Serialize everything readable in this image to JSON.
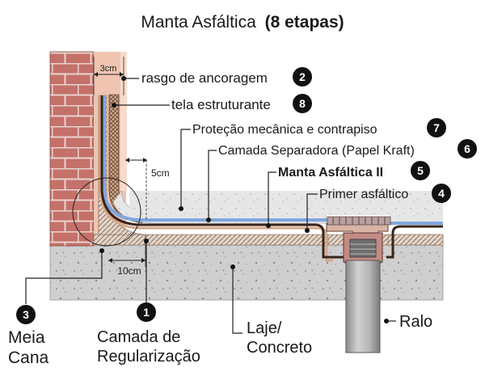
{
  "title": {
    "main": "Manta Asfáltica",
    "highlight": "(8 etapas)"
  },
  "dimensions": {
    "d3cm": "3cm",
    "d5cm": "5cm",
    "d10cm": "10cm"
  },
  "callouts": {
    "rasgo": {
      "text": "rasgo de ancoragem",
      "number": "2"
    },
    "tela": {
      "text": "tela estruturante",
      "number": "8"
    },
    "protecao": {
      "text": "Proteção mecânica e contrapiso",
      "number": "7"
    },
    "separadora": {
      "text": "Camada Separadora (Papel Kraft)",
      "number": "6"
    },
    "manta": {
      "text": "Manta Asfáltica II",
      "number": "5"
    },
    "primer": {
      "text": "Primer asfáltico",
      "number": "4"
    },
    "meia_cana": {
      "line1": "Meia",
      "line2": "Cana",
      "number": "3"
    },
    "regularizacao": {
      "line1": "Camada de",
      "line2": "Regularização",
      "number": "1"
    },
    "laje": {
      "line1": "Laje/",
      "line2": "Concreto"
    },
    "ralo": {
      "text": "Ralo"
    }
  },
  "colors": {
    "brick": "#c4716a",
    "mortar": "#e8d3cd",
    "concrete": "#cfcfcf",
    "screed": "#e6e6e6",
    "membrane": "#3a2418",
    "primer": "#d6a88a",
    "kraft": "#7fa6df",
    "pipe": "#a9a9a9",
    "badge": "#111111"
  }
}
